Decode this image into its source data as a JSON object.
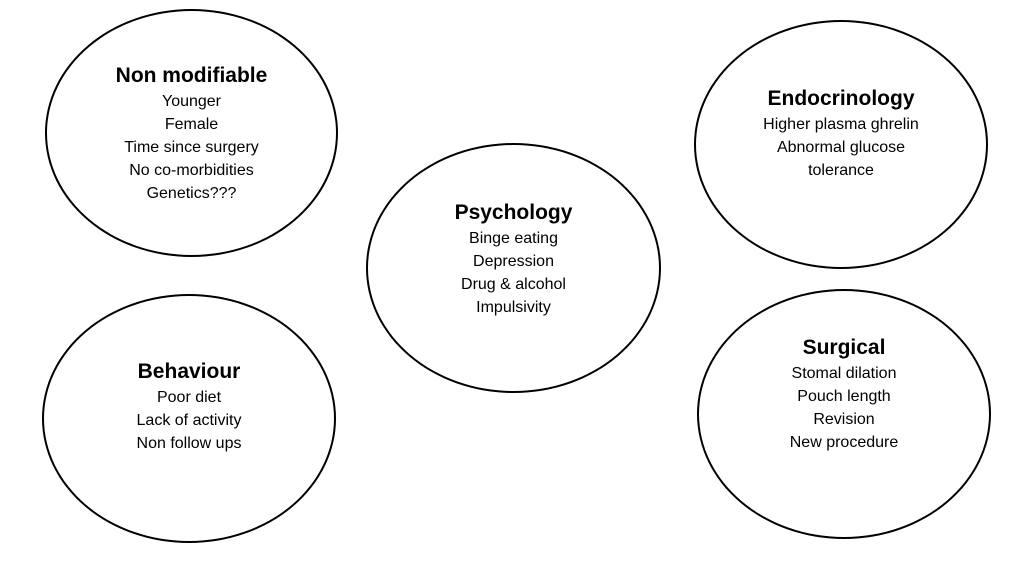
{
  "bubbles": [
    {
      "title": "Non modifiable",
      "lines": [
        "Younger",
        "Female",
        "Time since surgery",
        "No co-morbidities",
        "Genetics???"
      ]
    },
    {
      "title": "Endocrinology",
      "lines": [
        "Higher plasma ghrelin",
        "Abnormal glucose",
        "tolerance"
      ]
    },
    {
      "title": "Psychology",
      "lines": [
        "Binge eating",
        "Depression",
        "Drug & alcohol",
        "Impulsivity"
      ]
    },
    {
      "title": "Behaviour",
      "lines": [
        "Poor diet",
        "Lack of activity",
        "Non follow ups"
      ]
    },
    {
      "title": "Surgical",
      "lines": [
        "Stomal dilation",
        "Pouch length",
        "Revision",
        "New procedure"
      ]
    }
  ],
  "colors": {
    "outline": "#000000",
    "fill": "#ffffff",
    "text": "#000000"
  }
}
